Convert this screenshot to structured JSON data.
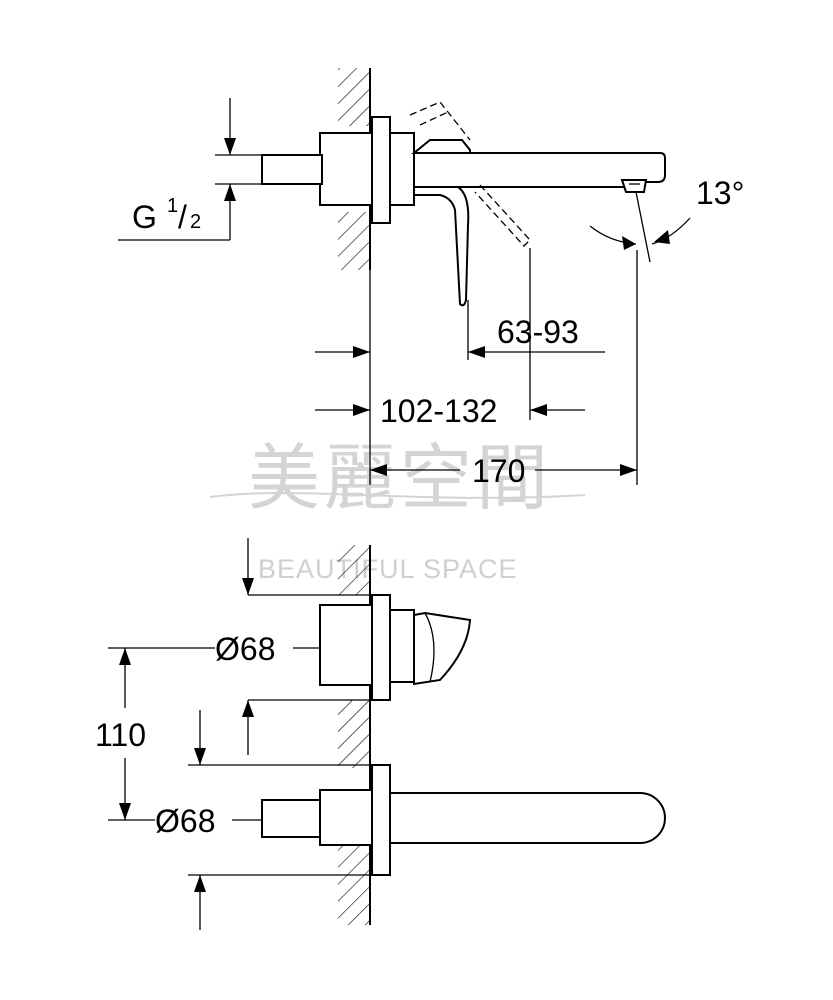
{
  "dimensions": {
    "thread": "G",
    "thread_sup": "1",
    "thread_sub": "2",
    "angle": "13°",
    "projection": "63-93",
    "wall_distance": "102-132",
    "spout_length": "170",
    "escutcheon_top": "Ø68",
    "center_distance": "110",
    "escutcheon_bottom": "Ø68"
  },
  "watermark": {
    "cjk": "美麗空間",
    "latin": "BEAUTIFUL SPACE"
  },
  "colors": {
    "line": "#000000",
    "watermark": "#d4d4d4"
  }
}
